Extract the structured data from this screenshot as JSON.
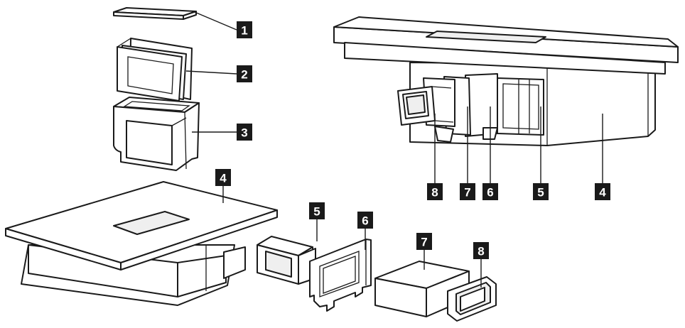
{
  "callouts": [
    {
      "id": "callout-1-filter-cover",
      "label": "1"
    },
    {
      "id": "callout-2-grease-filter",
      "label": "2"
    },
    {
      "id": "callout-3-filter-housing",
      "label": "3"
    },
    {
      "id": "callout-4-hob-left",
      "label": "4"
    },
    {
      "id": "callout-5-duct-left",
      "label": "5"
    },
    {
      "id": "callout-6-plate-left",
      "label": "6"
    },
    {
      "id": "callout-7-duct-box-left",
      "label": "7"
    },
    {
      "id": "callout-8-frame-left",
      "label": "8"
    },
    {
      "id": "callout-8-right",
      "label": "8"
    },
    {
      "id": "callout-7-right",
      "label": "7"
    },
    {
      "id": "callout-6-right",
      "label": "6"
    },
    {
      "id": "callout-5-right",
      "label": "5"
    },
    {
      "id": "callout-4-right",
      "label": "4"
    }
  ]
}
